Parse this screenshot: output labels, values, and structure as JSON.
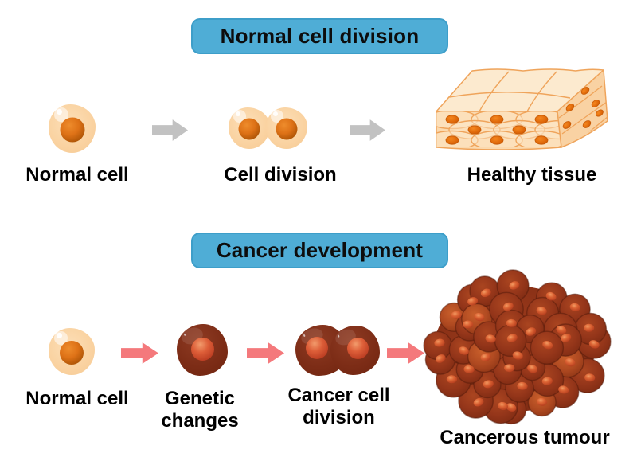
{
  "title": "Normal cell division vs cancer development diagram",
  "colors": {
    "banner_bg": "#4FADD6",
    "banner_border": "#3D9EC9",
    "banner_text": "#0D0D0D",
    "label_text": "#000000",
    "gray_arrow": "#C2C2C2",
    "pink_arrow": "#F4797C",
    "normal_cell_body": "#FAD3A2",
    "normal_cell_nucleus": "#DE7217",
    "cancer_cell_body": "#7C2C16",
    "cancer_cell_nucleus": "#DD5E38",
    "tissue_front": "#FBD9AE",
    "tissue_top": "#FCEACF",
    "tissue_side": "#F9D2A3",
    "tissue_line": "#EFA45B",
    "tissue_nucleus": "#DD6608",
    "tumor_base": "#8A3118"
  },
  "sections": {
    "normal": {
      "banner": "Normal cell division",
      "labels": {
        "cell": "Normal cell",
        "division": "Cell division",
        "tissue": "Healthy tissue"
      }
    },
    "cancer": {
      "banner": "Cancer development",
      "labels": {
        "cell": "Normal cell",
        "genetic": "Genetic changes",
        "division": "Cancer cell division",
        "tumour": "Cancerous tumour"
      }
    }
  }
}
